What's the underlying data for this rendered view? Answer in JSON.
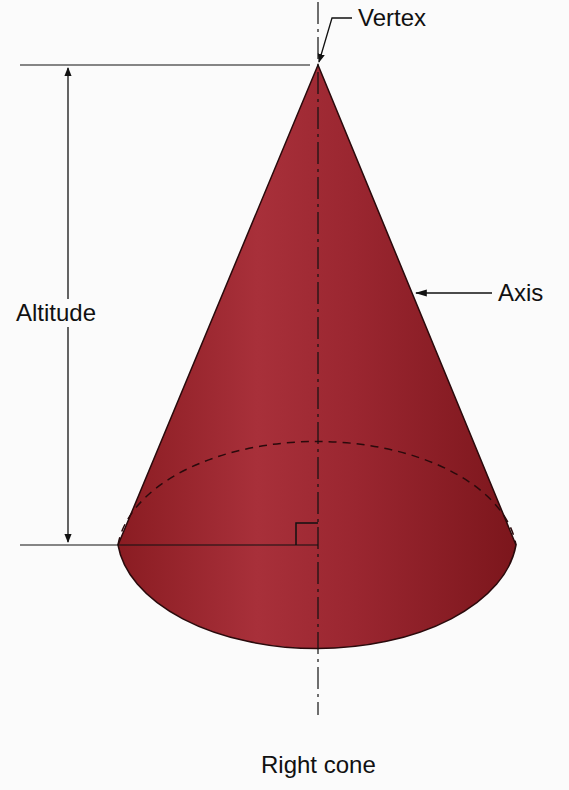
{
  "diagram": {
    "caption": "Right cone",
    "labels": [
      "Vertex",
      "Altitude",
      "Axis"
    ]
  }
}
